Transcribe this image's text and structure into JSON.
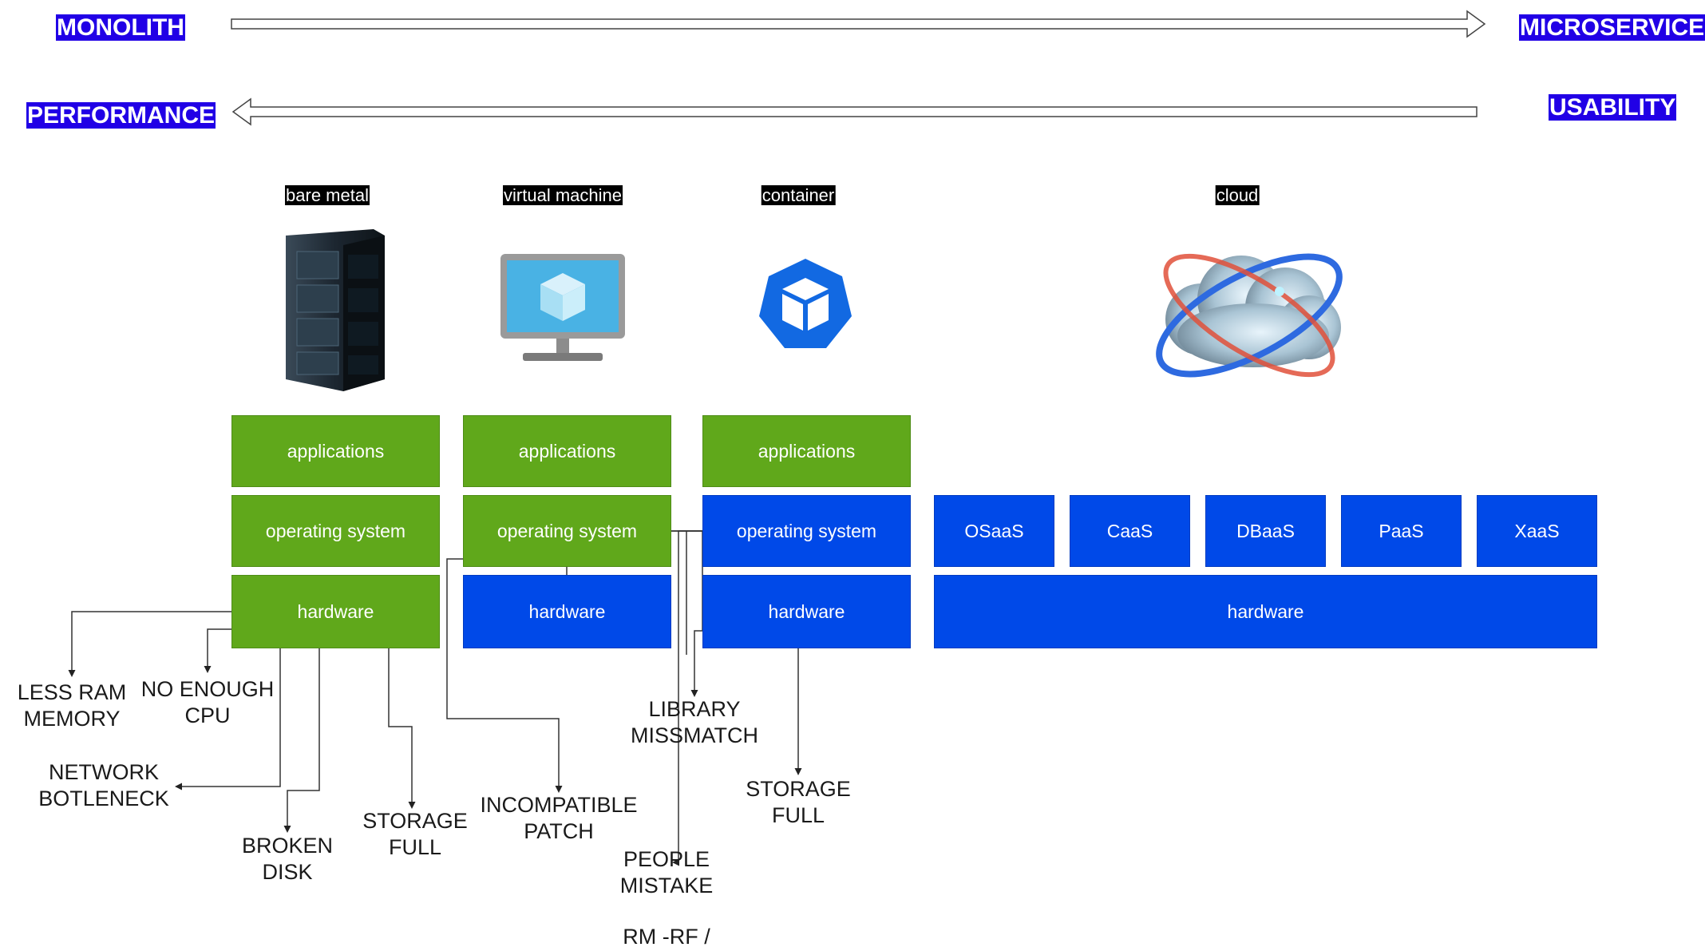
{
  "arrows": {
    "top_left": "MONOLITH",
    "top_right": "MICROSERVICE",
    "bottom_left": "PERFORMANCE",
    "bottom_right": "USABILITY"
  },
  "columns": {
    "bare_metal": {
      "caption": "bare metal",
      "icon": "server-rack-icon",
      "applications": "applications",
      "operating_system": "operating system",
      "hardware": "hardware"
    },
    "virtual_machine": {
      "caption": "virtual machine",
      "icon": "monitor-cube-icon",
      "applications": "applications",
      "operating_system": "operating system",
      "hardware": "hardware"
    },
    "container": {
      "caption": "container",
      "icon": "container-cube-icon",
      "applications": "applications",
      "operating_system": "operating system",
      "hardware": "hardware"
    },
    "cloud": {
      "caption": "cloud",
      "icon": "cloud-orbit-icon",
      "services": [
        "OSaaS",
        "CaaS",
        "DBaaS",
        "PaaS",
        "XaaS"
      ],
      "hardware": "hardware"
    }
  },
  "issues": {
    "less_ram": "LESS RAM\nMEMORY",
    "no_cpu": "NO ENOUGH\nCPU",
    "network": "NETWORK\nBOTLENECK",
    "broken_disk": "BROKEN\nDISK",
    "storage_full_bm": "STORAGE\nFULL",
    "incompatible_patch": "INCOMPATIBLE\nPATCH",
    "library_mismatch": "LIBRARY\nMISSMATCH",
    "people_mistake": "PEOPLE\nMISTAKE",
    "rm_rf": "RM -RF /",
    "storage_full_ct": "STORAGE\nFULL"
  },
  "colors": {
    "tag_bg": "#2100e6",
    "green_block": "#60a81b",
    "blue_block": "#0049e8"
  }
}
